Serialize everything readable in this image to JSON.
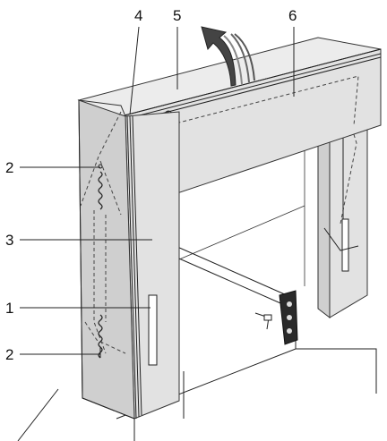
{
  "callouts": {
    "label_1": "1",
    "label_2_top": "2",
    "label_2_bottom": "2",
    "label_3": "3",
    "label_4": "4",
    "label_5": "5",
    "label_6": "6"
  },
  "colors": {
    "panel": "#e2e2e2",
    "line": "#222222",
    "arrow": "#555555"
  },
  "icons": {
    "up_arrow": "curved-arrow-up-icon"
  }
}
